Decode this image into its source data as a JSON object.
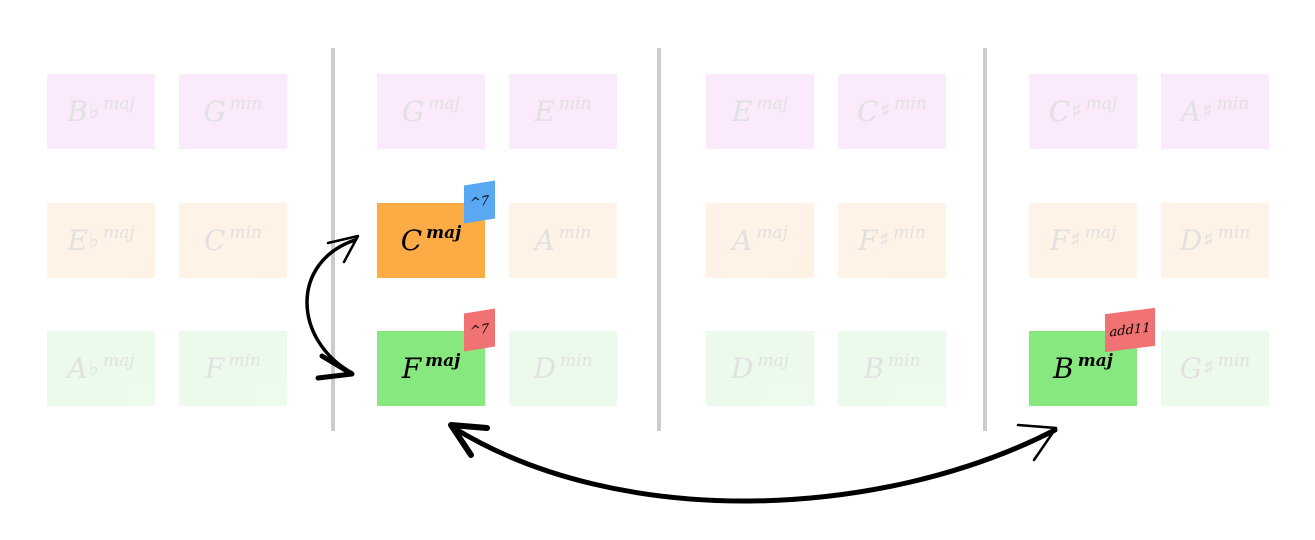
{
  "colors": {
    "row_violet": "#f7d9fb",
    "row_peach": "#ffe9d2",
    "row_green": "#dcf7dc",
    "active_orange": "#fdab44",
    "active_green": "#86e87e",
    "badge_blue": "#5aa8f2",
    "badge_red": "#f07272",
    "divider": "#cccccc",
    "arrow": "#000000"
  },
  "columns": [
    {
      "rows": [
        [
          {
            "root": "B",
            "acc": "♭",
            "qual": "maj"
          },
          {
            "root": "G",
            "acc": "",
            "qual": "min"
          }
        ],
        [
          {
            "root": "E",
            "acc": "♭",
            "qual": "maj"
          },
          {
            "root": "C",
            "acc": "",
            "qual": "min"
          }
        ],
        [
          {
            "root": "A",
            "acc": "♭",
            "qual": "maj"
          },
          {
            "root": "F",
            "acc": "",
            "qual": "min"
          }
        ]
      ]
    },
    {
      "rows": [
        [
          {
            "root": "G",
            "acc": "",
            "qual": "maj"
          },
          {
            "root": "E",
            "acc": "",
            "qual": "min"
          }
        ],
        [
          {
            "root": "C",
            "acc": "",
            "qual": "maj",
            "active": "orange",
            "badge": "^7",
            "badge_color": "blue"
          },
          {
            "root": "A",
            "acc": "",
            "qual": "min"
          }
        ],
        [
          {
            "root": "F",
            "acc": "",
            "qual": "maj",
            "active": "green",
            "badge": "^7",
            "badge_color": "red"
          },
          {
            "root": "D",
            "acc": "",
            "qual": "min"
          }
        ]
      ]
    },
    {
      "rows": [
        [
          {
            "root": "E",
            "acc": "",
            "qual": "maj"
          },
          {
            "root": "C",
            "acc": "♯",
            "qual": "min"
          }
        ],
        [
          {
            "root": "A",
            "acc": "",
            "qual": "maj"
          },
          {
            "root": "F",
            "acc": "♯",
            "qual": "min"
          }
        ],
        [
          {
            "root": "D",
            "acc": "",
            "qual": "maj"
          },
          {
            "root": "B",
            "acc": "",
            "qual": "min"
          }
        ]
      ]
    },
    {
      "rows": [
        [
          {
            "root": "C",
            "acc": "♯",
            "qual": "maj"
          },
          {
            "root": "A",
            "acc": "♯",
            "qual": "min"
          }
        ],
        [
          {
            "root": "F",
            "acc": "♯",
            "qual": "maj"
          },
          {
            "root": "D",
            "acc": "♯",
            "qual": "min"
          }
        ],
        [
          {
            "root": "B",
            "acc": "",
            "qual": "maj",
            "active": "green",
            "badge": "add11",
            "badge_color": "red"
          },
          {
            "root": "G",
            "acc": "♯",
            "qual": "min"
          }
        ]
      ]
    }
  ]
}
